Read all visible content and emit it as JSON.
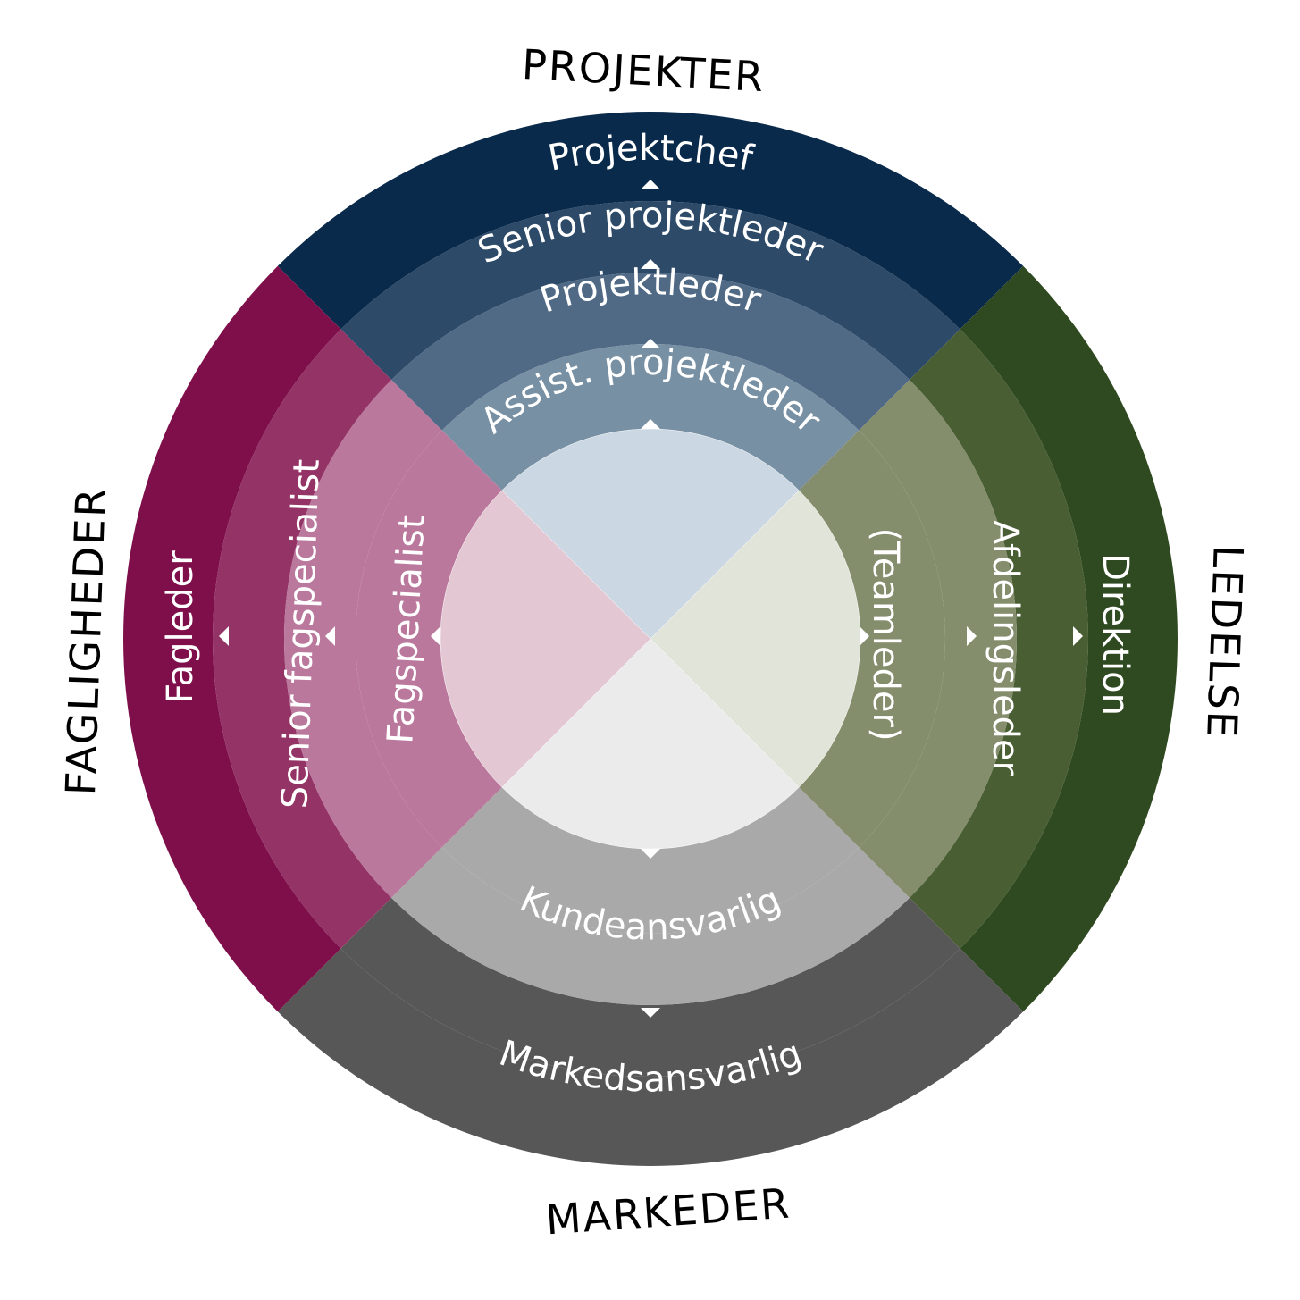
{
  "sectors": [
    {
      "id": "projekter",
      "title": "PROJEKTER",
      "colors": [
        "#0a2a4b",
        "#2d4a68",
        "#506a86",
        "#7890a4",
        "#cbd8e3"
      ],
      "levels": [
        "Projektchef",
        "Senior projektleder",
        "Projektleder",
        "Assist. projektleder"
      ]
    },
    {
      "id": "ledelse",
      "title": "LEDELSE",
      "colors": [
        "#2f4a20",
        "#4a5e33",
        "#848e6c",
        "#848e6c",
        "#e1e4d8"
      ],
      "levels": [
        "Direktion",
        "Afdelingsleder",
        "(Teamleder)"
      ]
    },
    {
      "id": "markeder",
      "title": "MARKEDER",
      "colors": [
        "#575757",
        "#575757",
        "#a9a9a9",
        "#a9a9a9",
        "#ebebeb"
      ],
      "levels": [
        "Markedsansvarlig",
        "Kundeansvarlig"
      ]
    },
    {
      "id": "fagligheder",
      "title": "FAGLIGHEDER",
      "colors": [
        "#7e0f4a",
        "#943466",
        "#ba789d",
        "#ba789d",
        "#e3c8d4"
      ],
      "levels": [
        "Fagleder",
        "Senior fagspecialist",
        "Fagspecialist"
      ]
    }
  ]
}
